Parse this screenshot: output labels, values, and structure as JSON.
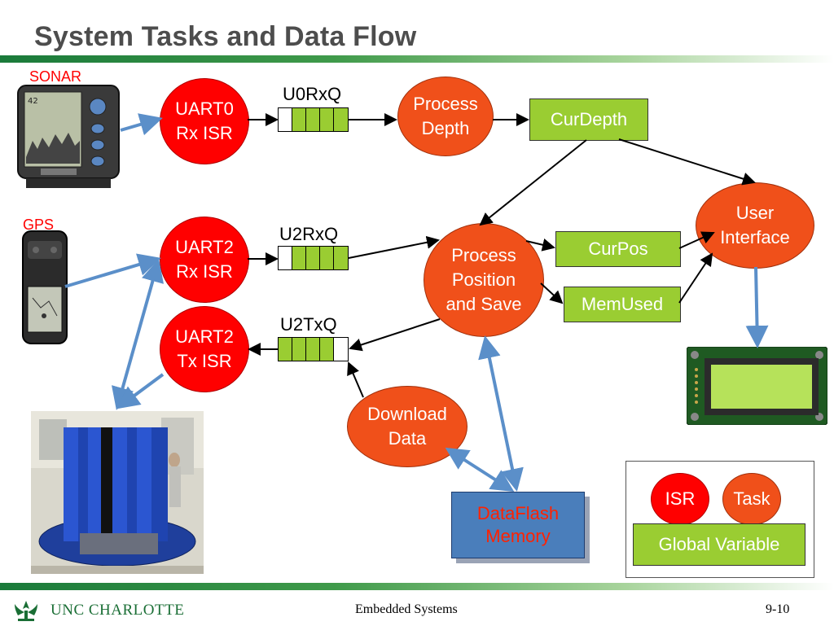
{
  "title": "System Tasks and Data Flow",
  "devices": {
    "sonar_label": "SONAR",
    "gps_label": "GPS"
  },
  "isrs": {
    "uart0_rx": "UART0\nRx ISR",
    "uart2_rx": "UART2\nRx ISR",
    "uart2_tx": "UART2\nTx ISR"
  },
  "tasks": {
    "process_depth": "Process\nDepth",
    "process_position": "Process\nPosition\nand Save",
    "download_data": "Download\nData",
    "user_interface": "User\nInterface"
  },
  "queues": {
    "u0rxq": "U0RxQ",
    "u2rxq": "U2RxQ",
    "u2txq": "U2TxQ"
  },
  "globals": {
    "cur_depth": "CurDepth",
    "cur_pos": "CurPos",
    "mem_used": "MemUsed"
  },
  "dataflash": "DataFlash\nMemory",
  "legend": {
    "isr": "ISR",
    "task": "Task",
    "global_variable": "Global Variable"
  },
  "footer": {
    "logo": "UNC CHARLOTTE",
    "center": "Embedded Systems",
    "page": "9-10"
  },
  "colors": {
    "isr": "#ff0000",
    "task": "#f0501a",
    "global": "#9acd32",
    "queue_fill": "#9acd32",
    "blue_arrow": "#5b8fc9"
  }
}
